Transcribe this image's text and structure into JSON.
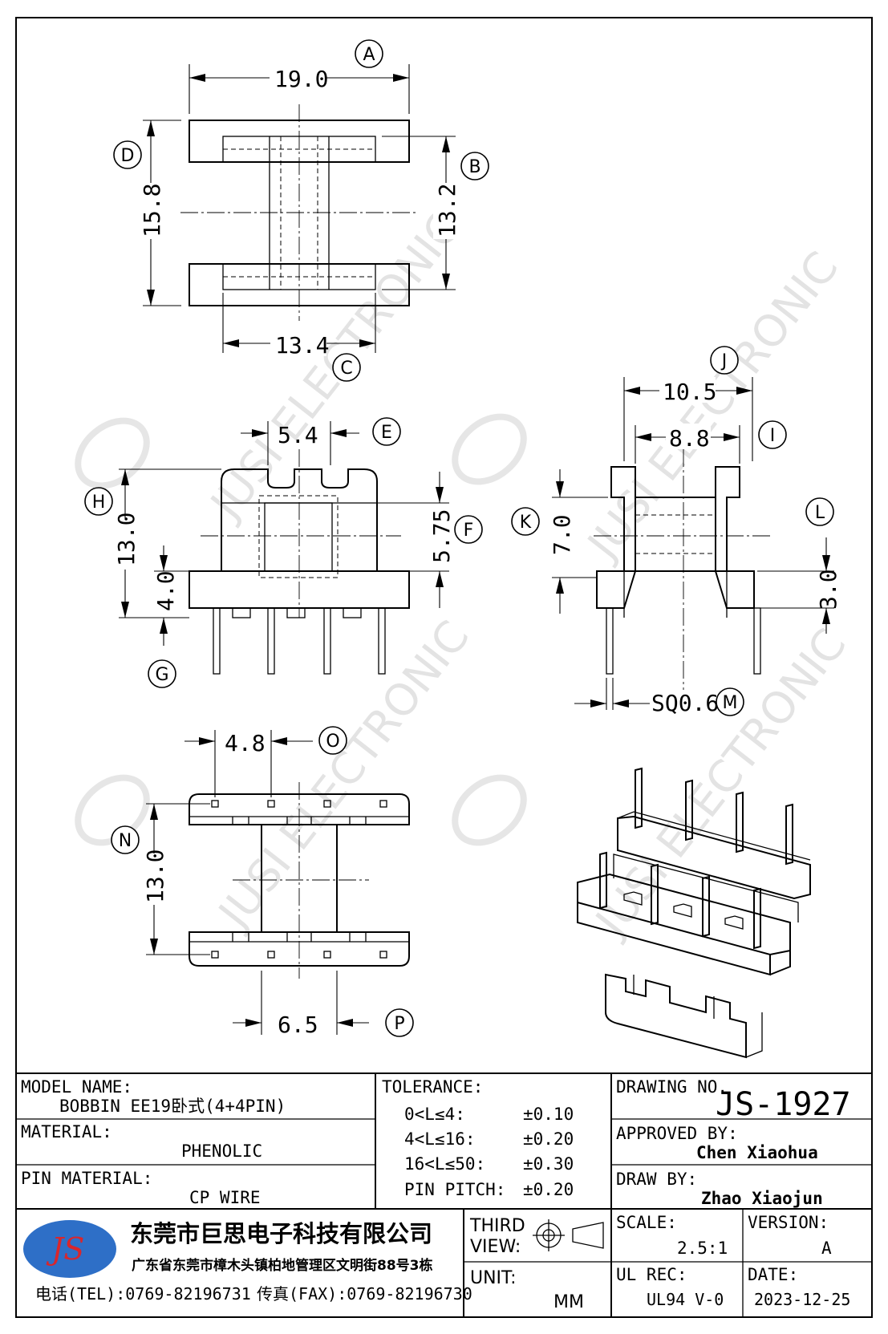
{
  "bubbles": {
    "a": "A",
    "b": "B",
    "c": "C",
    "d": "D",
    "e": "E",
    "f": "F",
    "g": "G",
    "h": "H",
    "i": "I",
    "j": "J",
    "k": "K",
    "l": "L",
    "m": "M",
    "n": "N",
    "o": "O",
    "p": "P"
  },
  "dimensions": {
    "a": "19.0",
    "b": "13.2",
    "c": "13.4",
    "d": "15.8",
    "e": "5.4",
    "f": "5.75",
    "g": "4.0",
    "h": "13.0",
    "j": "10.5",
    "i": "8.8",
    "k": "7.0",
    "l": "3.0",
    "m": "SQ0.6",
    "o": "4.8",
    "n": "13.0",
    "p": "6.5"
  },
  "watermark": {
    "text": "JUSI ELECTRONIC",
    "logo": "JS"
  },
  "title_block": {
    "model_name_label": "MODEL NAME:",
    "model_name_value": "BOBBIN EE19卧式(4+4PIN)",
    "material_label": "MATERIAL:",
    "material_value": "PHENOLIC",
    "pin_material_label": "PIN MATERIAL:",
    "pin_material_value": "CP WIRE",
    "tolerance_label": "TOLERANCE:",
    "tolerance_rows": [
      {
        "range": "0<L≤4:",
        "value": "±0.10"
      },
      {
        "range": "4<L≤16:",
        "value": "±0.20"
      },
      {
        "range": "16<L≤50:",
        "value": "±0.30"
      },
      {
        "range": "PIN PITCH:",
        "value": "±0.20"
      }
    ],
    "drawing_no_label": "DRAWING NO.",
    "drawing_no_value": "JS-1927",
    "approved_label": "APPROVED BY:",
    "approved_value": "Chen Xiaohua",
    "draw_label": "DRAW BY:",
    "draw_value": "Zhao Xiaojun",
    "company_logo": "JS",
    "company_name": "东莞市巨思电子科技有限公司",
    "company_address": "广东省东莞市樟木头镇柏地管理区文明街88号3栋",
    "tel": "电话(TEL):0769-82196731",
    "fax": "传真(FAX):0769-82196730",
    "third_view_line1": "THIRD",
    "third_view_line2": "VIEW:",
    "unit_label": "UNIT:",
    "unit_value": "MM",
    "scale_label": "SCALE:",
    "scale_value": "2.5:1",
    "version_label": "VERSION:",
    "version_value": "A",
    "ul_label": "UL REC:",
    "ul_value": "UL94 V-0",
    "date_label": "DATE:",
    "date_value": "2023-12-25"
  }
}
